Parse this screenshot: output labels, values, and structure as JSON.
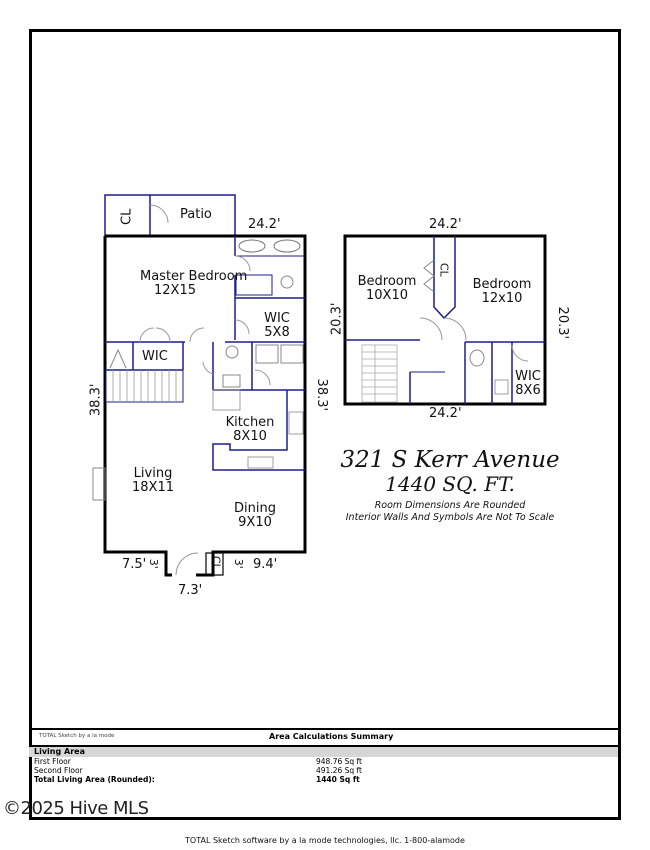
{
  "document": {
    "type": "floor-plan",
    "colors": {
      "exterior_wall": "#000000",
      "interior_wall": "#1c1c8c",
      "fixture": "#888888"
    }
  },
  "first_floor": {
    "rooms": [
      {
        "name": "Patio",
        "dims": ""
      },
      {
        "name": "CL",
        "dims": ""
      },
      {
        "name": "Master Bedroom",
        "dims": "12X15"
      },
      {
        "name": "WIC",
        "dims": "5X8"
      },
      {
        "name": "WIC",
        "dims": ""
      },
      {
        "name": "Kitchen",
        "dims": "8X10"
      },
      {
        "name": "Living",
        "dims": "18X11"
      },
      {
        "name": "Dining",
        "dims": "9X10"
      },
      {
        "name": "CL",
        "dims": ""
      }
    ],
    "dimensions": {
      "top": "24.2'",
      "left": "38.3'",
      "right": "38.3'",
      "bottom_left": "7.5'",
      "bottom_left_jog": "3'",
      "bottom_entry": "7.3'",
      "bottom_right_jog": "3'",
      "bottom_right": "9.4'"
    }
  },
  "second_floor": {
    "rooms": [
      {
        "name": "Bedroom",
        "dims": "10X10"
      },
      {
        "name": "CL",
        "dims": ""
      },
      {
        "name": "Bedroom",
        "dims": "12x10"
      },
      {
        "name": "WIC",
        "dims": "8X6"
      }
    ],
    "dimensions": {
      "top": "24.2'",
      "bottom": "24.2'",
      "left": "20.3'",
      "right": "20.3'"
    }
  },
  "title": {
    "address": "321 S Kerr Avenue",
    "area": "1440 SQ. FT.",
    "note1": "Room Dimensions Are Rounded",
    "note2": "Interior Walls And Symbols Are Not To Scale"
  },
  "summary": {
    "brand": "TOTAL Sketch by a la mode",
    "heading": "Area Calculations Summary",
    "section": "Living Area",
    "rows": [
      {
        "label": "First Floor",
        "value": "948.76 Sq ft"
      },
      {
        "label": "Second Floor",
        "value": "491.26 Sq ft"
      },
      {
        "label": "Total Living Area (Rounded):",
        "value": "1440 Sq ft"
      }
    ]
  },
  "watermark": "©2025 Hive MLS",
  "footer": "TOTAL Sketch software by a la mode technologies, llc. 1-800-alamode"
}
